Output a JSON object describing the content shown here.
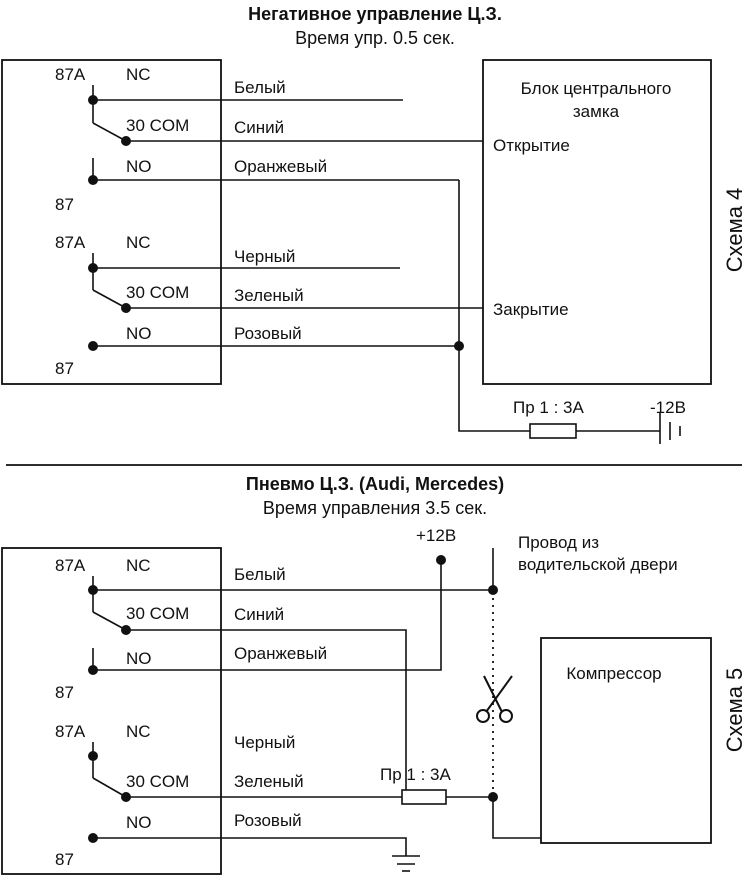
{
  "scheme4": {
    "title": "Негативное управление Ц.З.",
    "subtitle": "Время упр. 0.5 сек.",
    "side_label": "Схема 4",
    "pin_87a": "87A",
    "pin_nc": "NC",
    "pin_com": "30 COM",
    "pin_no": "NO",
    "pin_87": "87",
    "wires": [
      "Белый",
      "Синий",
      "Оранжевый",
      "Черный",
      "Зеленый",
      "Розовый"
    ],
    "lock_unit": {
      "line1": "Блок центрального",
      "line2": "замка",
      "open": "Открытие",
      "close": "Закрытие"
    },
    "fuse": "Пр 1 : 3А",
    "minus12": "-12В"
  },
  "scheme5": {
    "title": "Пневмо Ц.З. (Audi, Mercedes)",
    "subtitle": "Время управления 3.5 сек.",
    "side_label": "Схема 5",
    "pin_87a": "87A",
    "pin_nc": "NC",
    "pin_com": "30 COM",
    "pin_no": "NO",
    "pin_87": "87",
    "wires": [
      "Белый",
      "Синий",
      "Оранжевый",
      "Черный",
      "Зеленый",
      "Розовый"
    ],
    "plus12": "+12В",
    "door_wire_line1": "Провод из",
    "door_wire_line2": "водительской двери",
    "compressor": "Компрессор",
    "fuse": "Пр 1 : 3А",
    "scissors_icon": "scissors-icon"
  }
}
